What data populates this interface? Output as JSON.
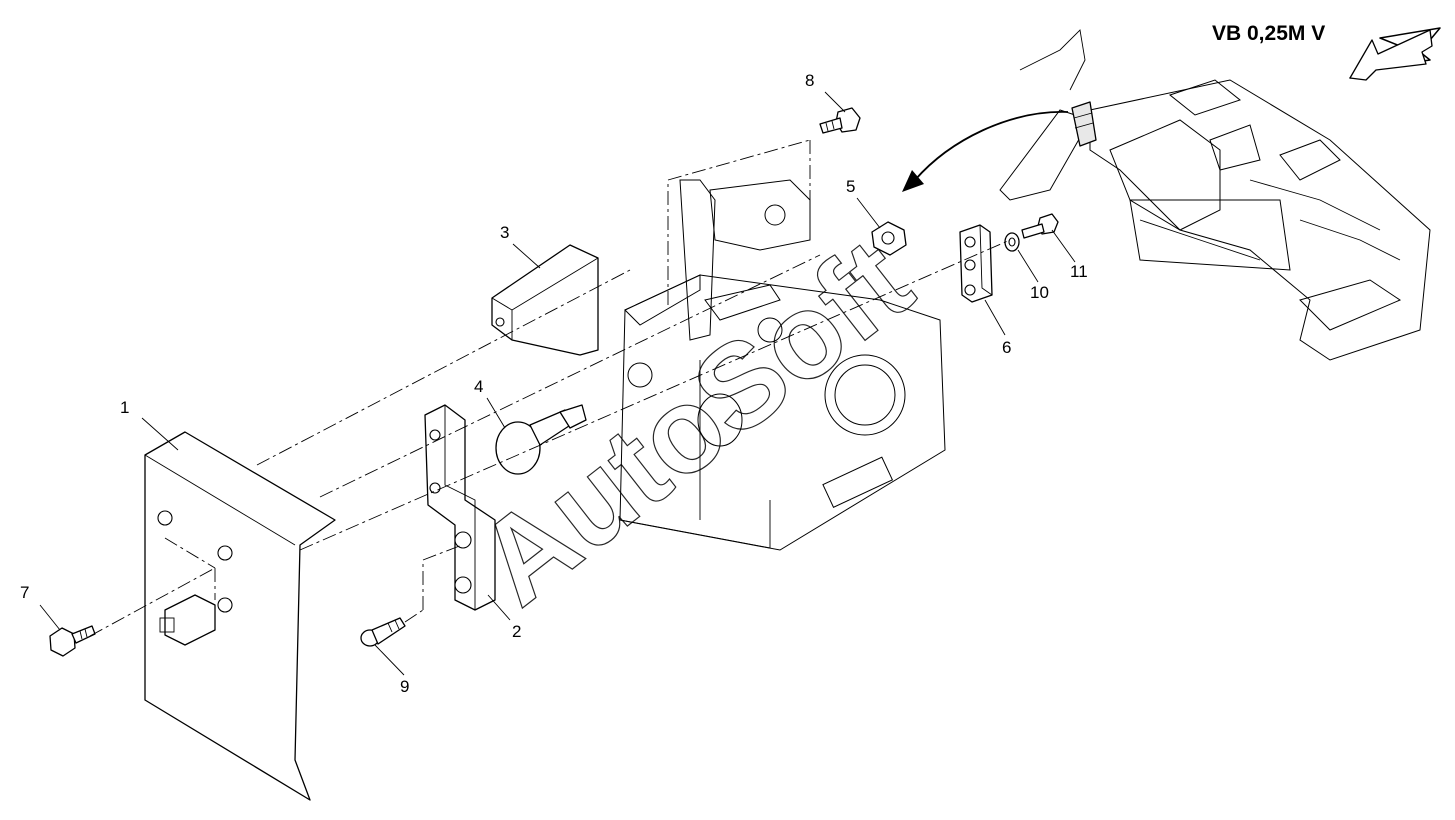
{
  "title": "VB 0,25M V",
  "watermark": "AutoSoft",
  "callouts": {
    "c1": "1",
    "c2": "2",
    "c3": "3",
    "c4": "4",
    "c5": "5",
    "c6": "6",
    "c7": "7",
    "c8": "8",
    "c9": "9",
    "c10": "10",
    "c11": "11"
  }
}
